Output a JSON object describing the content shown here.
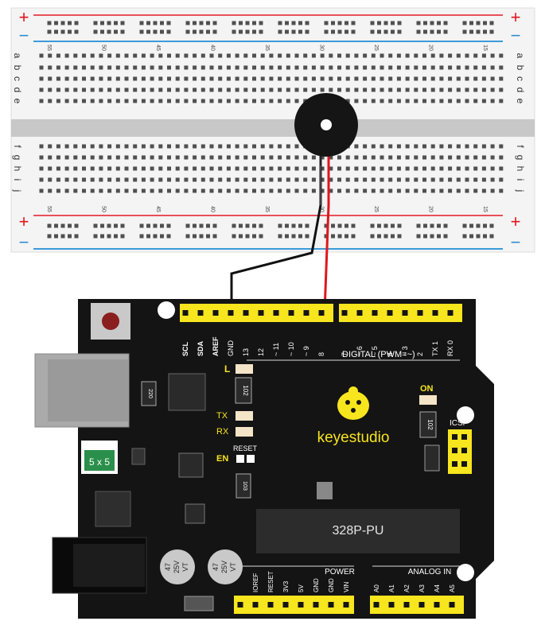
{
  "breadboard": {
    "plus": "+",
    "minus": "−",
    "col_numbers": [
      "55",
      "50",
      "45",
      "40",
      "35",
      "30",
      "25",
      "20",
      "15"
    ],
    "rows_top": [
      "a",
      "b",
      "c",
      "d",
      "e"
    ],
    "rows_bottom": [
      "f",
      "g",
      "h",
      "i",
      "j"
    ]
  },
  "board": {
    "brand": "keyestudio",
    "chip": "328P-PU",
    "digital_label": "DIGITAL  (PWM=~)",
    "top_pins": [
      "SCL",
      "SDA",
      "AREF",
      "GND",
      "13",
      "12",
      "~ 11",
      "~ 10",
      "~ 9",
      "8"
    ],
    "top_pins_right": [
      "7",
      "~ 6",
      "~ 5",
      "4",
      "~ 3",
      "2",
      "TX 1",
      "RX 0"
    ],
    "power_label": "POWER",
    "power_pins": [
      "IOREF",
      "RESET",
      "3V3",
      "5V",
      "GND",
      "GND",
      "VIN"
    ],
    "analog_label": "ANALOG  IN",
    "analog_pins": [
      "A0",
      "A1",
      "A2",
      "A3",
      "A4",
      "A5"
    ],
    "led_L": "L",
    "led_TX": "TX",
    "led_RX": "RX",
    "led_ON": "ON",
    "en_label": "EN",
    "reset_label": "RESET",
    "icsp_label": "ICSP",
    "fuse_label": "5 x 5",
    "resistor_102a": "102",
    "resistor_102b": "102",
    "resistor_220": "220",
    "resistor_103": "103",
    "cap1": [
      "47",
      "25V",
      "VT"
    ],
    "cap2": [
      "47",
      "25V",
      "VT"
    ]
  },
  "colors": {
    "board": "#141414",
    "header": "#f7e51e",
    "wire_red": "#e0161d",
    "wire_black": "#111111",
    "rail_red": "#e8505a",
    "rail_blue": "#3a9ad9"
  }
}
